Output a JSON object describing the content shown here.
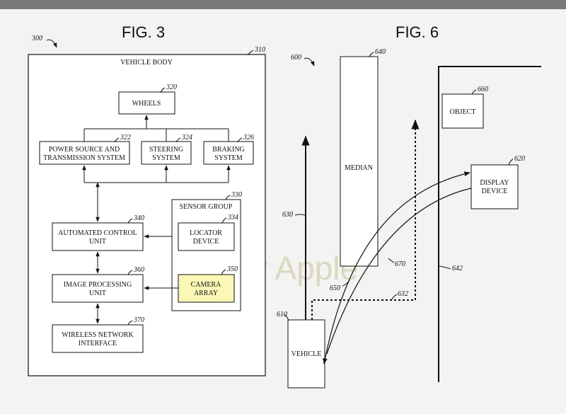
{
  "watermark": "Patently Apple",
  "fig3": {
    "title": "FIG. 3",
    "ref": "300",
    "vehicle_body": {
      "label": "VEHICLE BODY",
      "ref": "310"
    },
    "wheels": {
      "label": "WHEELS",
      "ref": "320"
    },
    "power": {
      "line1": "POWER SOURCE AND",
      "line2": "TRANSMISSION SYSTEM",
      "ref": "322"
    },
    "steering": {
      "line1": "STEERING",
      "line2": "SYSTEM",
      "ref": "324"
    },
    "braking": {
      "line1": "BRAKING",
      "line2": "SYSTEM",
      "ref": "326"
    },
    "sensor_group": {
      "label": "SENSOR GROUP",
      "ref": "330"
    },
    "locator": {
      "line1": "LOCATOR",
      "line2": "DEVICE",
      "ref": "334"
    },
    "camera": {
      "line1": "CAMERA",
      "line2": "ARRAY",
      "ref": "350",
      "highlight": "#fbf7b4"
    },
    "auto_control": {
      "line1": "AUTOMATED CONTROL",
      "line2": "UNIT",
      "ref": "340"
    },
    "image_proc": {
      "line1": "IMAGE PROCESSING",
      "line2": "UNIT",
      "ref": "360"
    },
    "wireless": {
      "line1": "WIRELESS NETWORK",
      "line2": "INTERFACE",
      "ref": "370"
    }
  },
  "fig6": {
    "title": "FIG. 6",
    "ref": "600",
    "median": {
      "label": "MEDIAN",
      "ref": "640"
    },
    "object": {
      "label": "OBJECT",
      "ref": "660"
    },
    "display": {
      "line1": "DISPLAY",
      "line2": "DEVICE",
      "ref": "620"
    },
    "vehicle": {
      "label": "VEHICLE",
      "ref": "610"
    },
    "refs": {
      "path_630": "630",
      "path_632": "632",
      "beam_650": "650",
      "beam_670": "670",
      "wall_642": "642"
    }
  }
}
